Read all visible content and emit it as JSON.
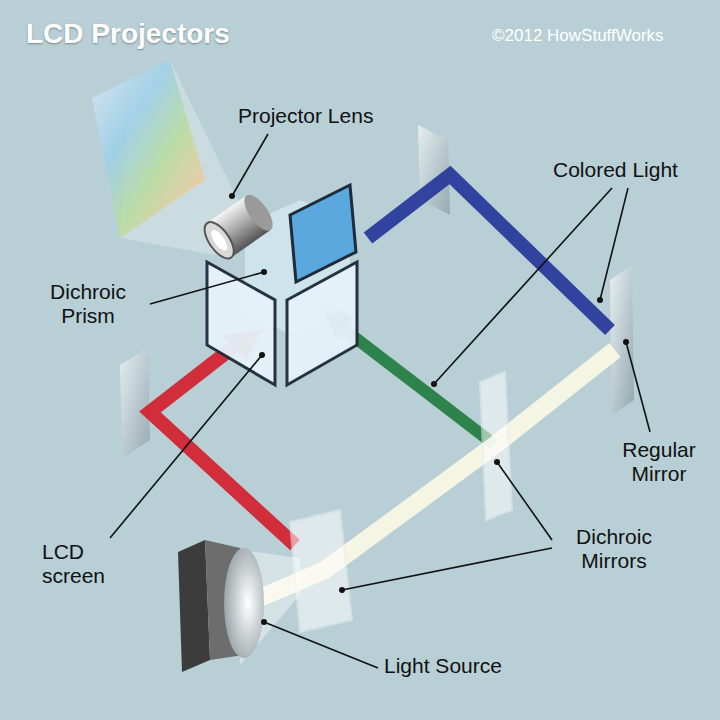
{
  "diagram": {
    "title": "LCD Projectors",
    "labels": [
      "©2012 HowStuffWorks",
      "Projector Lens",
      "Colored Light",
      "Dichroic Prism",
      "Regular Mirror",
      "LCD screen",
      "Dichroic Mirrors",
      "Light Source"
    ]
  }
}
